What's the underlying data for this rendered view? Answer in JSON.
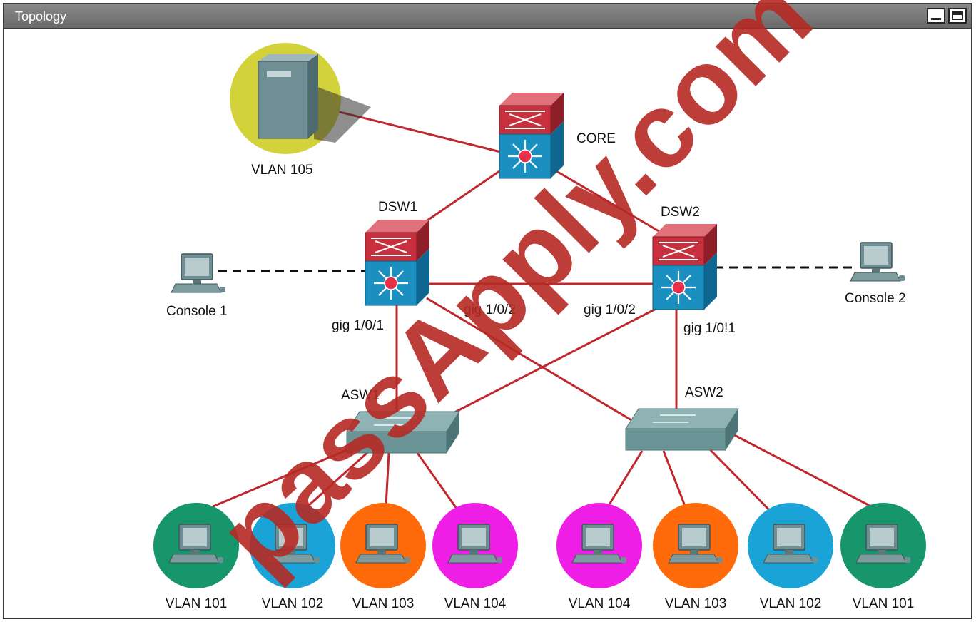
{
  "window": {
    "title": "Topology",
    "controls": [
      "minimize-icon",
      "maximize-icon"
    ]
  },
  "devices": {
    "server": {
      "label": "VLAN 105",
      "icon": "server-icon",
      "bg_color": "#d4d23a"
    },
    "core": {
      "label": "CORE",
      "icon": "multilayer-switch-icon"
    },
    "dsw1": {
      "label": "DSW1",
      "icon": "multilayer-switch-icon"
    },
    "dsw2": {
      "label": "DSW2",
      "icon": "multilayer-switch-icon"
    },
    "asw1": {
      "label": "ASW1",
      "icon": "switch-icon"
    },
    "asw2": {
      "label": "ASW2",
      "icon": "switch-icon"
    },
    "console1": {
      "label": "Console 1",
      "icon": "pc-icon"
    },
    "console2": {
      "label": "Console 2",
      "icon": "pc-icon"
    }
  },
  "ports": {
    "dsw1_gig101": "gig 1/0/1",
    "dsw1_gig102": "gig 1/0/2",
    "dsw2_gig102": "gig 1/0/2",
    "dsw2_gig101": "gig 1/0!1"
  },
  "hosts": [
    {
      "label": "VLAN 101",
      "color": "#16966a",
      "icon": "pc-icon"
    },
    {
      "label": "VLAN 102",
      "color": "#1aa3d6",
      "icon": "pc-icon"
    },
    {
      "label": "VLAN 103",
      "color": "#ff6a0a",
      "icon": "pc-icon"
    },
    {
      "label": "VLAN 104",
      "color": "#ee1ee6",
      "icon": "pc-icon"
    },
    {
      "label": "VLAN 104",
      "color": "#ee1ee6",
      "icon": "pc-icon"
    },
    {
      "label": "VLAN 103",
      "color": "#ff6a0a",
      "icon": "pc-icon"
    },
    {
      "label": "VLAN 102",
      "color": "#1aa3d6",
      "icon": "pc-icon"
    },
    {
      "label": "VLAN 101",
      "color": "#16966a",
      "icon": "pc-icon"
    }
  ],
  "links": [
    {
      "from": "server",
      "to": "core",
      "style": "solid"
    },
    {
      "from": "core",
      "to": "dsw1",
      "style": "solid"
    },
    {
      "from": "core",
      "to": "dsw2",
      "style": "solid"
    },
    {
      "from": "dsw1",
      "to": "dsw2",
      "style": "solid"
    },
    {
      "from": "dsw1",
      "to": "asw1",
      "style": "solid"
    },
    {
      "from": "dsw1",
      "to": "asw2",
      "style": "solid"
    },
    {
      "from": "dsw2",
      "to": "asw1",
      "style": "solid"
    },
    {
      "from": "dsw2",
      "to": "asw2",
      "style": "solid"
    },
    {
      "from": "console1",
      "to": "dsw1",
      "style": "dashed"
    },
    {
      "from": "console2",
      "to": "dsw2",
      "style": "dashed"
    }
  ],
  "colors": {
    "link": "#c0282e",
    "console_link": "#111111",
    "switch_top": "#c8303e",
    "switch_bottom": "#1b8fbf"
  },
  "watermark": "passApply.com"
}
